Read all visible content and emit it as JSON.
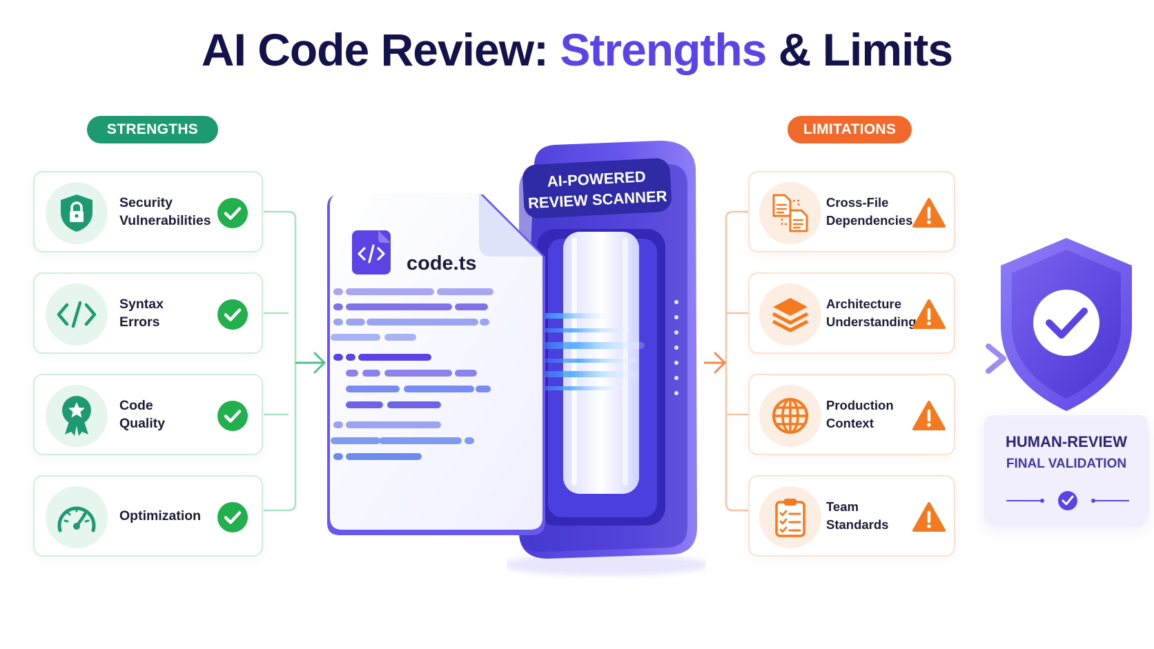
{
  "title": {
    "main": "AI Code Review:",
    "accent": "Strengths",
    "rest": "& Limits"
  },
  "strengths": {
    "label": "STRENGTHS",
    "items": [
      {
        "label": "Security\nVulnerabilities",
        "icon": "lock-shield-icon"
      },
      {
        "label": "Syntax\nErrors",
        "icon": "code-brackets-icon"
      },
      {
        "label": "Code\nQuality",
        "icon": "award-badge-icon"
      },
      {
        "label": "Optimization",
        "icon": "speedometer-icon"
      }
    ]
  },
  "limitations": {
    "label": "LIMITATIONS",
    "items": [
      {
        "label": "Cross-File\nDependencies",
        "icon": "linked-files-icon"
      },
      {
        "label": "Architecture\nUnderstanding",
        "icon": "layers-icon"
      },
      {
        "label": "Production\nContext",
        "icon": "globe-icon"
      },
      {
        "label": "Team\nStandards",
        "icon": "checklist-clipboard-icon"
      }
    ]
  },
  "document": {
    "filename": "code.ts",
    "icon": "code-file-icon"
  },
  "scanner": {
    "line1": "AI-POWERED",
    "line2": "REVIEW SCANNER"
  },
  "human_review": {
    "title": "HUMAN-REVIEW",
    "subtitle": "FINAL VALIDATION",
    "icon": "check-shield-icon"
  },
  "colors": {
    "navy": "#13124a",
    "accent": "#5b43e6",
    "strength": "#1e9a72",
    "check": "#22b04f",
    "limitation": "#f26a2b",
    "warning": "#f47a1f"
  }
}
